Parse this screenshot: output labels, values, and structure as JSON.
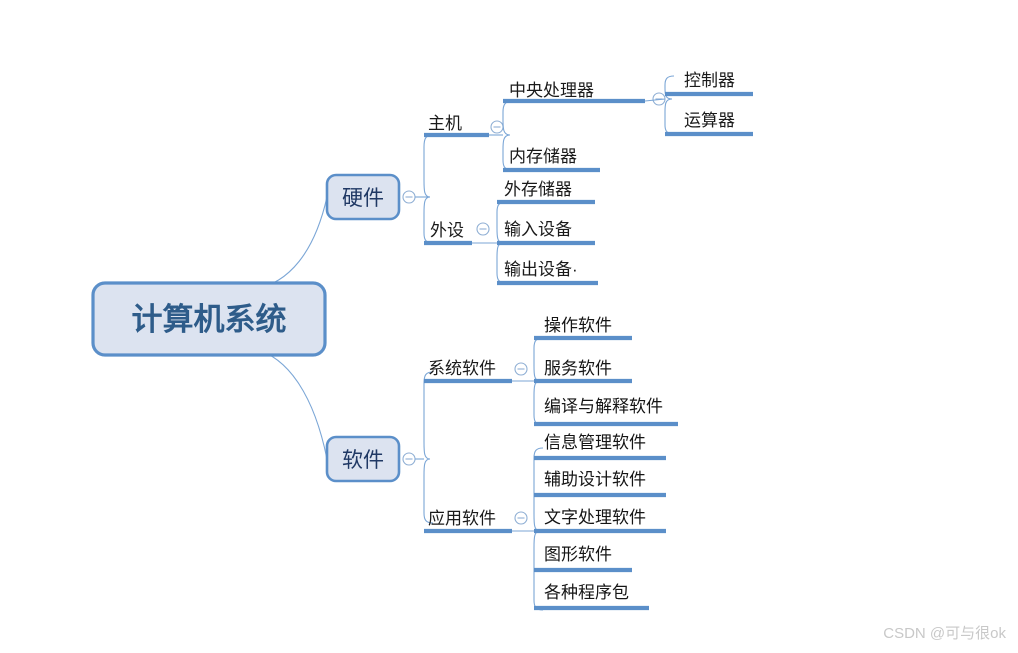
{
  "app": {
    "type": "mindmap",
    "background": "#ffffff",
    "watermark": "CSDN @可与很ok"
  },
  "theme": {
    "accent": "#5B8FC9",
    "node_fill": "#DCE3F0",
    "node_border": "#5B8FC9",
    "root_text": "#2E5C8A",
    "branch_text": "#1F3864",
    "leaf_text": "#151515",
    "connector": "#7BA6D6",
    "watermark_color": "#C8C8C8"
  },
  "root": {
    "label": "计算机系统"
  },
  "branches": [
    {
      "label": "硬件",
      "toggle": "collapse-toggle",
      "children": [
        {
          "label": "主机",
          "toggle": "collapse-toggle",
          "children": [
            {
              "label": "中央处理器",
              "toggle": "collapse-toggle",
              "children": [
                {
                  "label": "控制器"
                },
                {
                  "label": "运算器"
                }
              ]
            },
            {
              "label": "内存储器"
            }
          ]
        },
        {
          "label": "外设",
          "toggle": "collapse-toggle",
          "children": [
            {
              "label": "外存储器"
            },
            {
              "label": "输入设备"
            },
            {
              "label": "输出设备·"
            }
          ]
        }
      ]
    },
    {
      "label": "软件",
      "toggle": "collapse-toggle",
      "children": [
        {
          "label": "系统软件",
          "toggle": "collapse-toggle",
          "children": [
            {
              "label": "操作软件"
            },
            {
              "label": "服务软件"
            },
            {
              "label": "编译与解释软件"
            }
          ]
        },
        {
          "label": "应用软件",
          "toggle": "collapse-toggle",
          "children": [
            {
              "label": "信息管理软件"
            },
            {
              "label": "辅助设计软件"
            },
            {
              "label": "文字处理软件"
            },
            {
              "label": "图形软件"
            },
            {
              "label": "各种程序包"
            }
          ]
        }
      ]
    }
  ]
}
